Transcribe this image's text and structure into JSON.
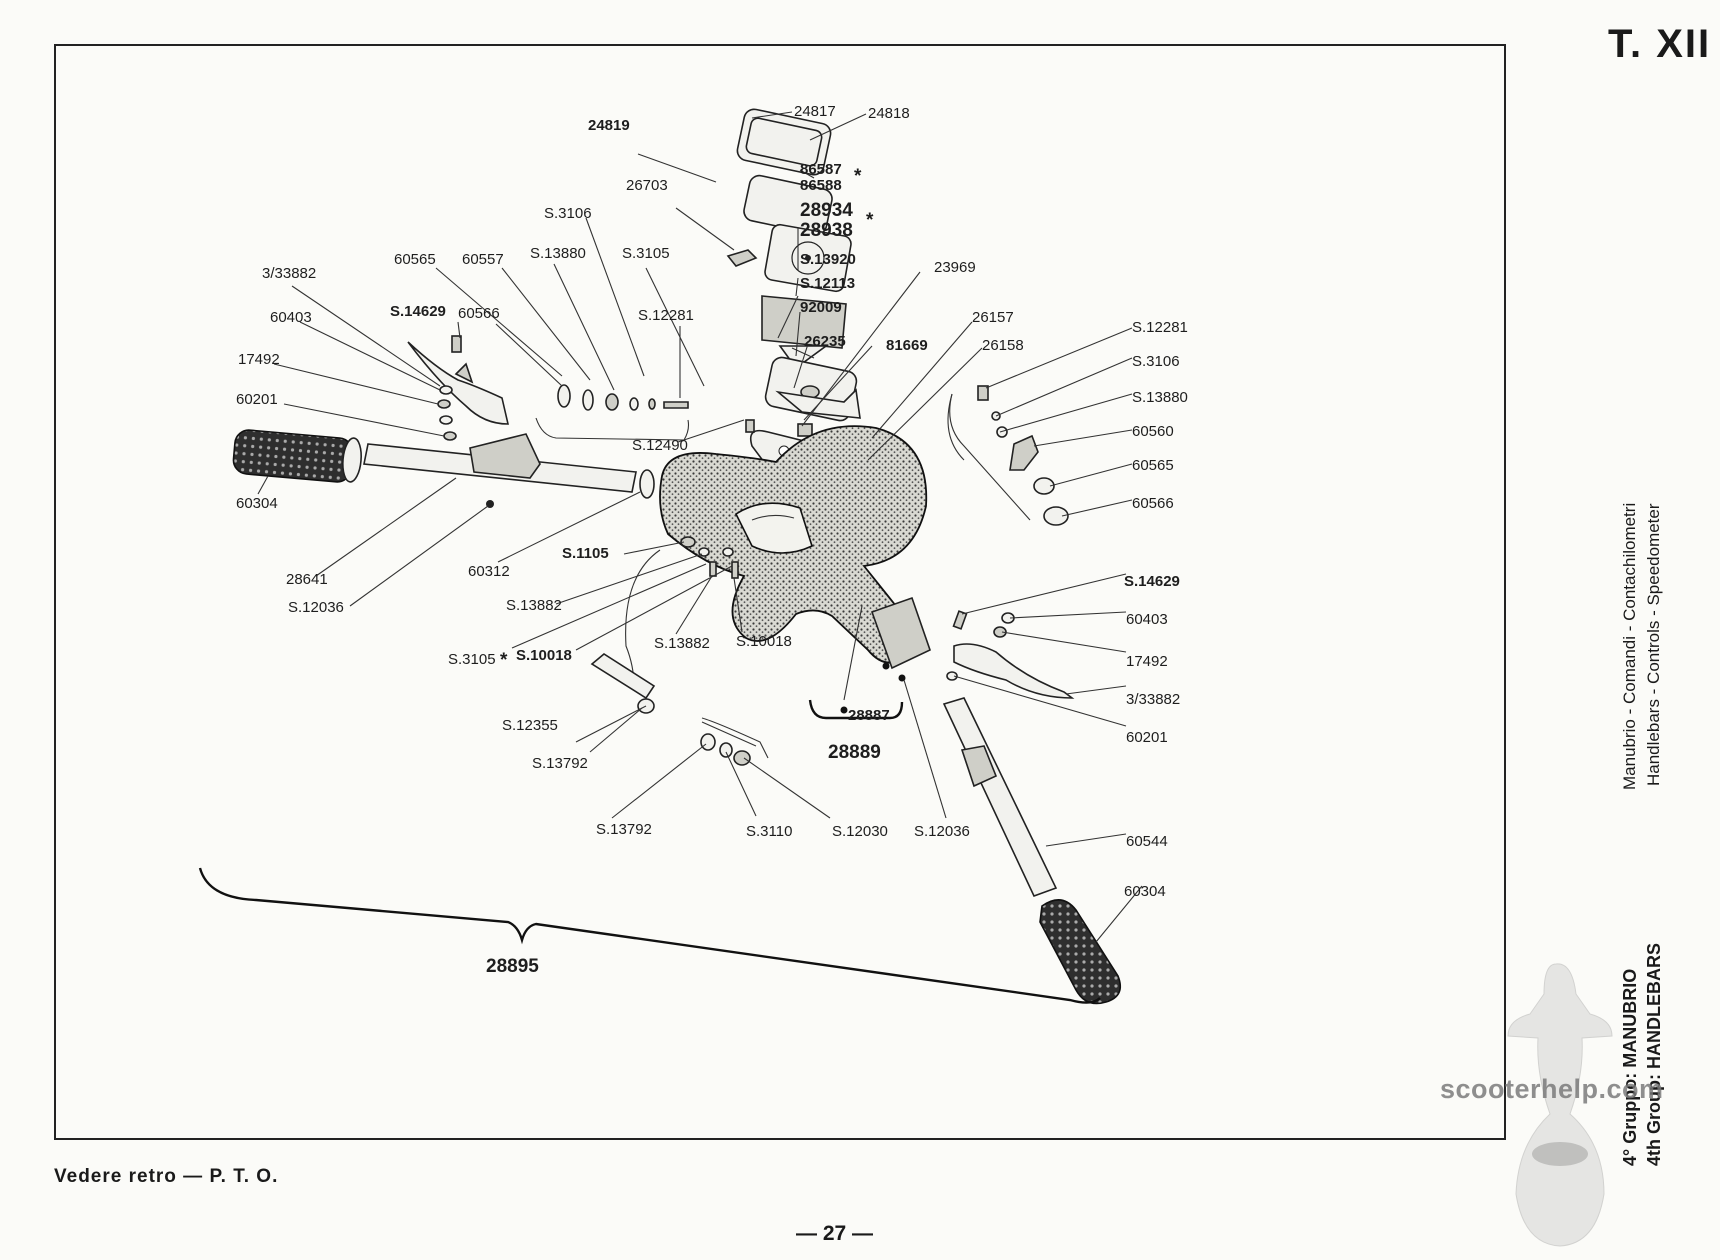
{
  "page": {
    "table_code": "T. XII",
    "page_number": "— 27 —",
    "footer_note": "Vedere retro — P. T. O.",
    "watermark": "scooterhelp.com",
    "section_title_it": "Manubrio - Comandi - Contachilometri",
    "section_title_en": "Handlebars - Controls - Speedometer",
    "group_it_prefix": "4° Gruppo:",
    "group_it": "MANUBRIO",
    "group_en_prefix": "4th Group:",
    "group_en": "HANDLEBARS"
  },
  "asterisk": "*",
  "labels": {
    "p24817": "24817",
    "p24818": "24818",
    "p24819": "24819",
    "p86587": "86587",
    "p86588": "86588",
    "p26703": "26703",
    "p28934": "28934",
    "p28938": "28938",
    "pS3106a": "S.3106",
    "pS13920": "S.13920",
    "pS12113": "S.12113",
    "p92009": "92009",
    "p60565a": "60565",
    "p60557": "60557",
    "pS13880a": "S.13880",
    "pS3105a": "S.3105",
    "p23969": "23969",
    "p3_33882a": "3/33882",
    "pS14629a": "S.14629",
    "p60566a": "60566",
    "pS12281a": "S.12281",
    "p26235": "26235",
    "p60403a": "60403",
    "p81669": "81669",
    "p26157": "26157",
    "p26158": "26158",
    "p17492a": "17492",
    "p60201a": "60201",
    "pS12490": "S.12490",
    "pS12281b": "S.12281",
    "pS3106b": "S.3106",
    "pS13880b": "S.13880",
    "p60560": "60560",
    "p60565b": "60565",
    "p60566b": "60566",
    "p60304a": "60304",
    "pS1105": "S.1105",
    "p28641": "28641",
    "p60312": "60312",
    "pS12036a": "S.12036",
    "pS13882a": "S.13882",
    "pS3105b": "S.3105",
    "pS10018a": "S.10018",
    "pS13882b": "S.13882",
    "pS10018b": "S.10018",
    "pS14629b": "S.14629",
    "p60403b": "60403",
    "p17492b": "17492",
    "p3_33882b": "3/33882",
    "p60201b": "60201",
    "pS12355": "S.12355",
    "pS13792a": "S.13792",
    "p28887": "28887",
    "p28889": "28889",
    "pS13792b": "S.13792",
    "pS3110": "S.3110",
    "pS12030": "S.12030",
    "pS12036b": "S.12036",
    "p60544": "60544",
    "p60304b": "60304",
    "p28895": "28895"
  }
}
